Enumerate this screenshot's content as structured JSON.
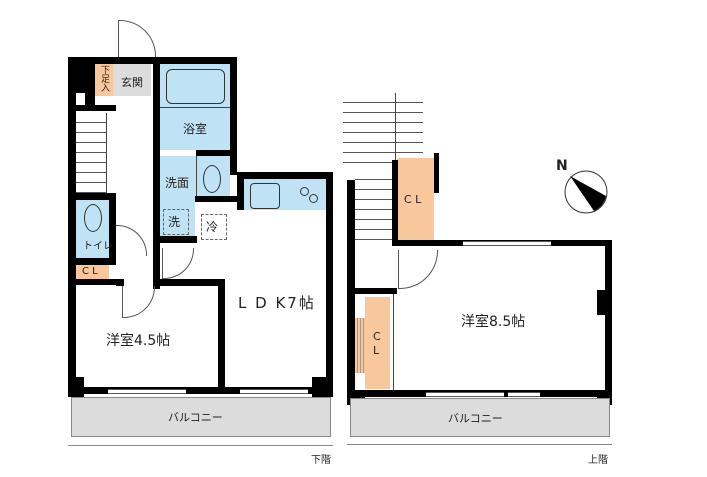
{
  "lower_floor": {
    "label": "下階",
    "rooms": {
      "genkan": "玄関",
      "shoe_storage": "下足入",
      "bath": "浴室",
      "washroom": "洗面",
      "washer": "洗",
      "fridge": "冷",
      "toilet": "トイレ",
      "closet": "C L",
      "western_room": "洋室4.5帖",
      "ldk": "L D K7帖",
      "balcony": "バルコニー"
    }
  },
  "upper_floor": {
    "label": "上階",
    "rooms": {
      "closet_top": "C L",
      "closet_side": "C L",
      "western_room": "洋室8.5帖",
      "balcony": "バルコニー"
    }
  },
  "compass": {
    "label": "N"
  },
  "colors": {
    "wet_area": "#bfe3f5",
    "closet": "#f8c79b",
    "entry": "#dcdcdc",
    "balcony": "#dcdcdc",
    "wall": "#000000"
  }
}
